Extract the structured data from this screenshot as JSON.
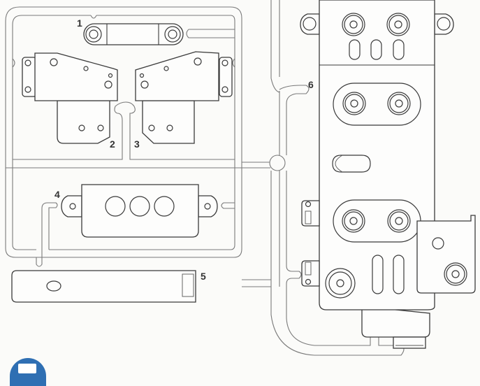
{
  "diagram": {
    "type": "parts-sprue",
    "part_labels": [
      {
        "id": "1",
        "label": "1"
      },
      {
        "id": "2",
        "label": "2"
      },
      {
        "id": "3",
        "label": "3"
      },
      {
        "id": "4",
        "label": "4"
      },
      {
        "id": "5",
        "label": "5"
      },
      {
        "id": "6",
        "label": "6"
      }
    ],
    "colors": {
      "runner": "#7a7a7a",
      "part_outline": "#3a3a3a",
      "background": "#fbfbf9",
      "badge": "#2f6fb3"
    },
    "badge": {
      "icon": "step-badge-icon"
    }
  }
}
